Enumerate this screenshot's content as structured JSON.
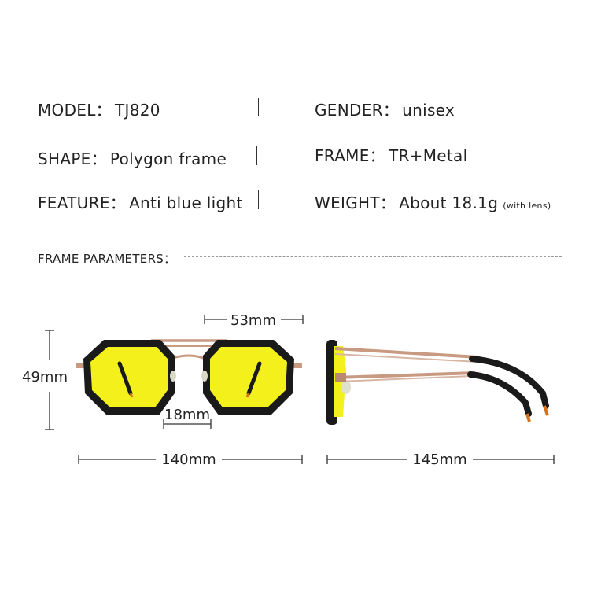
{
  "specs": {
    "model_label": "MODEL：",
    "model_value": "TJ820",
    "gender_label": "GENDER：",
    "gender_value": "unisex",
    "shape_label": "SHAPE：",
    "shape_value": "Polygon frame",
    "frame_label": "FRAME：",
    "frame_value": "TR+Metal",
    "feature_label": "FEATURE：",
    "feature_value": "Anti blue light",
    "weight_label": "WEIGHT：",
    "weight_value": "About 18.1g",
    "weight_note": "(with lens)"
  },
  "frame_parameters_label": "FRAME PARAMETERS：",
  "dimensions": {
    "lens_width": "53mm",
    "lens_height": "49mm",
    "bridge": "18mm",
    "frame_width": "140mm",
    "temple_length": "145mm"
  },
  "colors": {
    "lens": "#f3f01c",
    "frame": "#1a1a1a",
    "metal": "#c99a82",
    "text": "#222222"
  }
}
